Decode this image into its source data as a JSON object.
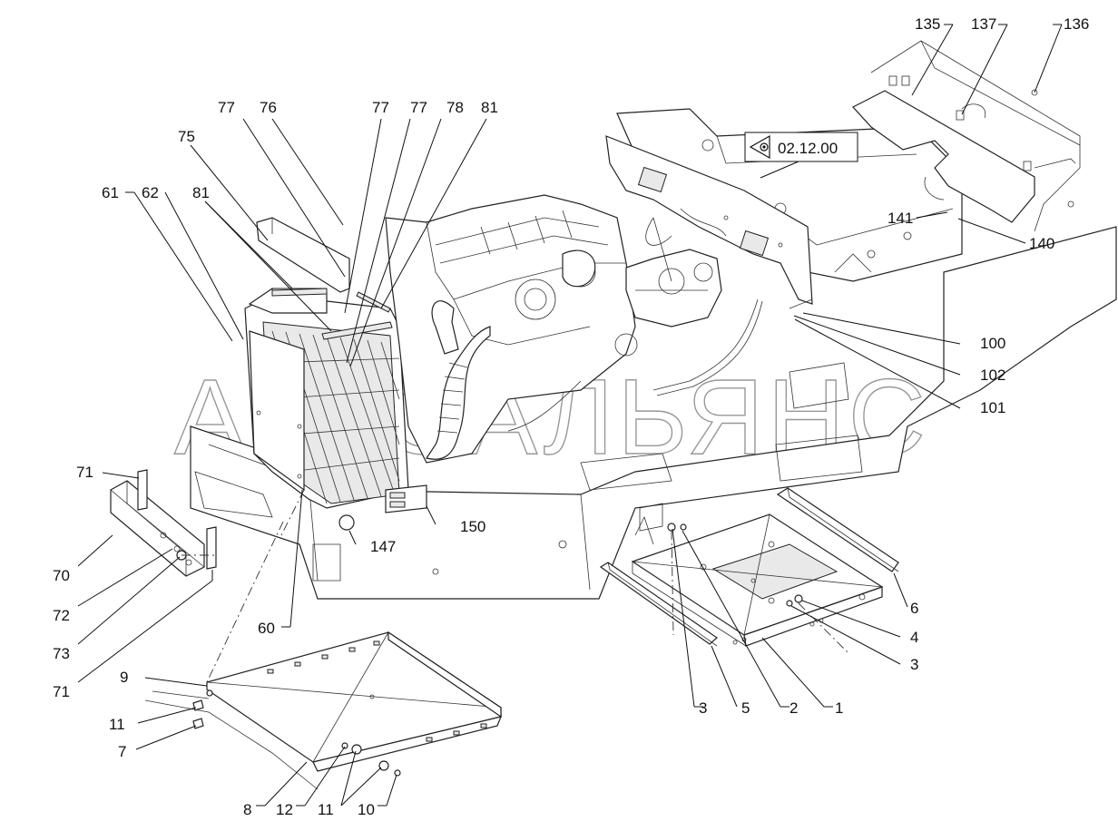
{
  "watermark": "АВТОАЛЬЯНС",
  "reference": {
    "label": "02.12.00",
    "icon": "eye-view-icon"
  },
  "callouts": [
    {
      "id": "c135",
      "text": "135"
    },
    {
      "id": "c137",
      "text": "137"
    },
    {
      "id": "c136",
      "text": "136"
    },
    {
      "id": "c141",
      "text": "141"
    },
    {
      "id": "c140",
      "text": "140"
    },
    {
      "id": "c77a",
      "text": "77"
    },
    {
      "id": "c76",
      "text": "76"
    },
    {
      "id": "c77b",
      "text": "77"
    },
    {
      "id": "c77c",
      "text": "77"
    },
    {
      "id": "c78",
      "text": "78"
    },
    {
      "id": "c81a",
      "text": "81"
    },
    {
      "id": "c75",
      "text": "75"
    },
    {
      "id": "c61",
      "text": "61"
    },
    {
      "id": "c62",
      "text": "62"
    },
    {
      "id": "c81b",
      "text": "81"
    },
    {
      "id": "c100",
      "text": "100"
    },
    {
      "id": "c102",
      "text": "102"
    },
    {
      "id": "c101",
      "text": "101"
    },
    {
      "id": "c71a",
      "text": "71"
    },
    {
      "id": "c70",
      "text": "70"
    },
    {
      "id": "c72",
      "text": "72"
    },
    {
      "id": "c73",
      "text": "73"
    },
    {
      "id": "c71b",
      "text": "71"
    },
    {
      "id": "c147",
      "text": "147"
    },
    {
      "id": "c150",
      "text": "150"
    },
    {
      "id": "c60",
      "text": "60"
    },
    {
      "id": "c6",
      "text": "6"
    },
    {
      "id": "c4",
      "text": "4"
    },
    {
      "id": "c3a",
      "text": "3"
    },
    {
      "id": "c3b",
      "text": "3"
    },
    {
      "id": "c5",
      "text": "5"
    },
    {
      "id": "c2",
      "text": "2"
    },
    {
      "id": "c1",
      "text": "1"
    },
    {
      "id": "c9",
      "text": "9"
    },
    {
      "id": "c11a",
      "text": "11"
    },
    {
      "id": "c7",
      "text": "7"
    },
    {
      "id": "c8",
      "text": "8"
    },
    {
      "id": "c12",
      "text": "12"
    },
    {
      "id": "c11b",
      "text": "11"
    },
    {
      "id": "c10",
      "text": "10"
    }
  ]
}
